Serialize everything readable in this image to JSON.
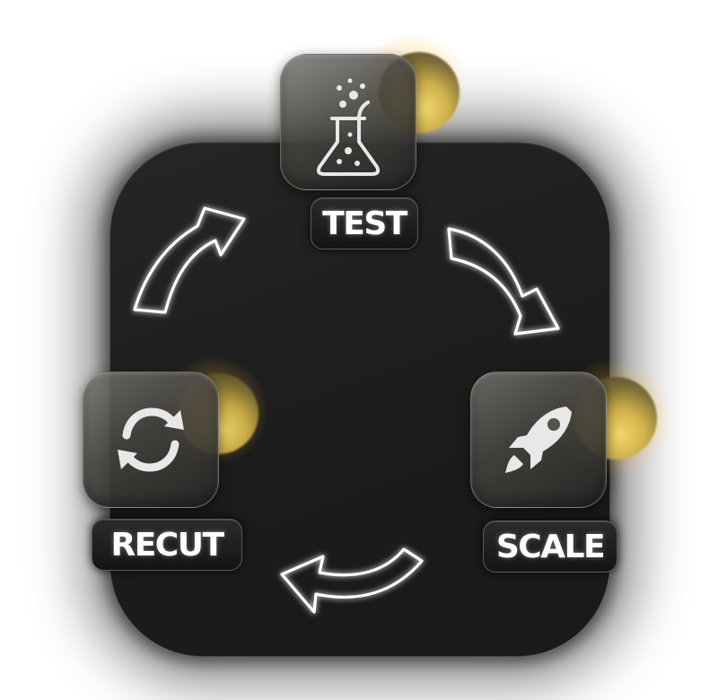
{
  "diagram": {
    "steps": [
      {
        "id": "test",
        "label": "TEST",
        "icon": "flask-icon"
      },
      {
        "id": "scale",
        "label": "SCALE",
        "icon": "rocket-icon"
      },
      {
        "id": "recut",
        "label": "RECUT",
        "icon": "refresh-icon"
      }
    ],
    "flow": [
      "test",
      "scale",
      "recut",
      "test"
    ]
  },
  "colors": {
    "background": "#ffffff",
    "board": "#1f1f1f",
    "glow_accent": "#f4dc6a",
    "text": "#ffffff"
  }
}
